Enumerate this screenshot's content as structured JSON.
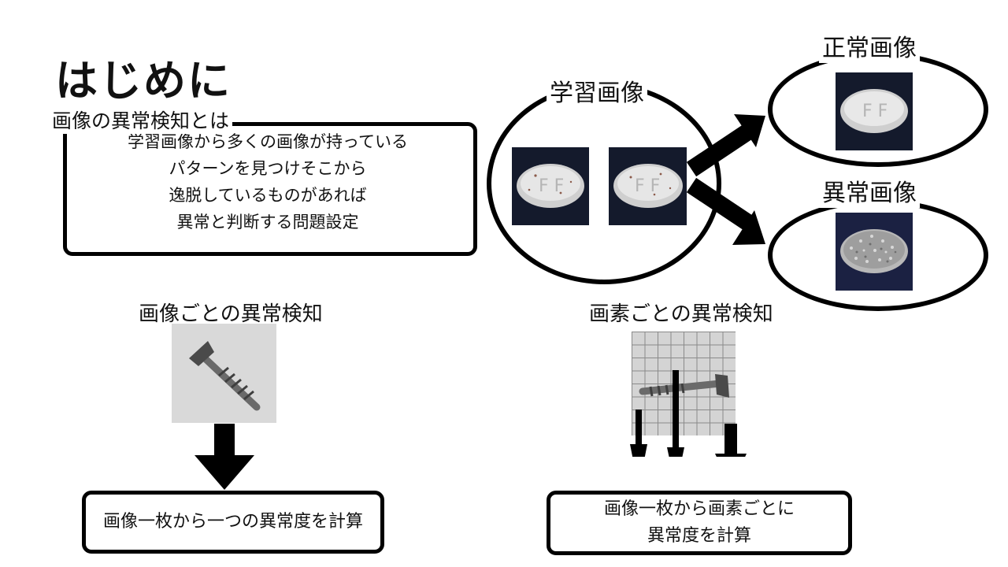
{
  "slide": {
    "title": "はじめに",
    "definition": {
      "caption": "画像の異常検知とは",
      "lines": [
        "学習画像から多くの画像が持っている",
        "パターンを見つけそこから",
        "逸脱しているものがあれば",
        "異常と判断する問題設定"
      ]
    },
    "image_level": {
      "label": "画像ごとの異常検知",
      "result": "画像一枚から一つの異常度を計算"
    },
    "pixel_level": {
      "label": "画素ごとの異常検知",
      "result_lines": [
        "画像一枚から画素ごとに",
        "異常度を計算"
      ]
    },
    "training": {
      "label": "学習画像"
    },
    "normal": {
      "label": "正常画像"
    },
    "anomaly": {
      "label": "異常画像"
    }
  },
  "icons": [
    "tablet-image",
    "screw-image",
    "arrow-icon"
  ]
}
